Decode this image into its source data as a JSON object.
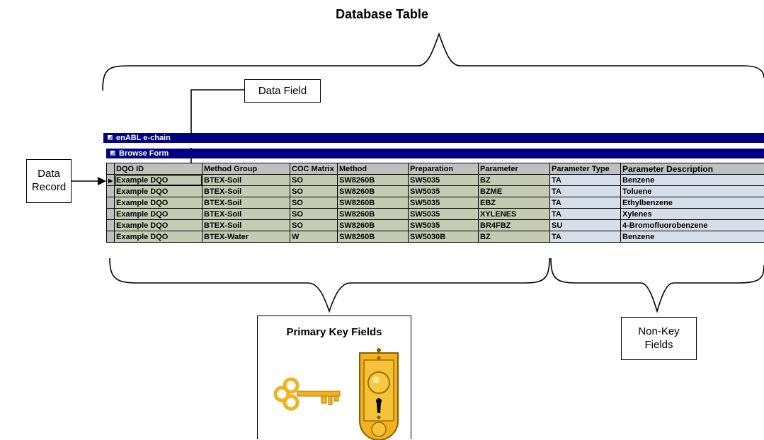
{
  "title": "Database Table",
  "callouts": {
    "data_field": "Data Field",
    "data_record": [
      "Data",
      "Record"
    ],
    "primary_key": "Primary Key Fields",
    "non_key": [
      "Non-Key",
      "Fields"
    ]
  },
  "window": {
    "app_title": "enABL e-chain",
    "form_title": "Browse Form"
  },
  "table": {
    "columns": [
      "DQO ID",
      "Method Group",
      "COC Matrix",
      "Method",
      "Preparation",
      "Parameter",
      "Parameter Type",
      "Parameter Description"
    ],
    "rows": [
      [
        "Example DQO",
        "BTEX-Soil",
        "SO",
        "SW8260B",
        "SW5035",
        "BZ",
        "TA",
        "Benzene"
      ],
      [
        "Example DQO",
        "BTEX-Soil",
        "SO",
        "SW8260B",
        "SW5035",
        "BZME",
        "TA",
        "Toluene"
      ],
      [
        "Example DQO",
        "BTEX-Soil",
        "SO",
        "SW8260B",
        "SW5035",
        "EBZ",
        "TA",
        "Ethylbenzene"
      ],
      [
        "Example DQO",
        "BTEX-Soil",
        "SO",
        "SW8260B",
        "SW5035",
        "XYLENES",
        "TA",
        "Xylenes"
      ],
      [
        "Example DQO",
        "BTEX-Soil",
        "SO",
        "SW8260B",
        "SW5035",
        "BR4FBZ",
        "SU",
        "4-Bromofluorobenzene"
      ],
      [
        "Example DQO",
        "BTEX-Water",
        "W",
        "SW8260B",
        "SW5030B",
        "BZ",
        "TA",
        "Benzene"
      ]
    ]
  },
  "colors": {
    "titlebar": "#000080",
    "key_cells": "#c5cab2",
    "nonkey_cells": "#d6deea",
    "header": "#c0c0c0",
    "gold": "#f2b21b"
  },
  "icons": [
    "key-icon",
    "keyhole-lock-icon",
    "row-pointer-icon"
  ]
}
